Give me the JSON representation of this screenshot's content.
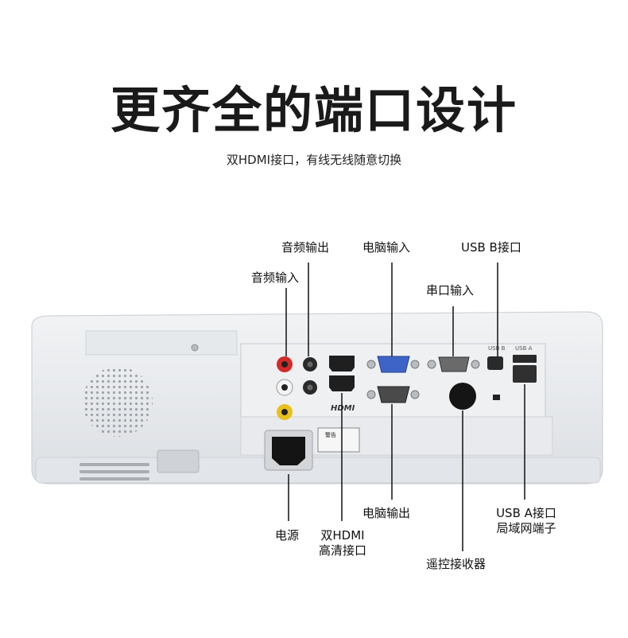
{
  "heading": {
    "title": "更齐全的端口设计",
    "subtitle": "双HDMI接口，有线无线随意切换"
  },
  "callouts": {
    "audio_out": "音频输出",
    "audio_in": "音频输入",
    "pc_in": "电脑输入",
    "serial_in": "串口输入",
    "usb_b": "USB B接口",
    "power": "电源",
    "hdmi_line1": "双HDMI",
    "hdmi_line2": "高清接口",
    "pc_out": "电脑输出",
    "ir_receiver": "遥控接收器",
    "usb_a_line1": "USB A接口",
    "usb_a_line2": "局域网端子"
  },
  "panel_print": {
    "hdmi_logo": "HDMI",
    "usb_b": "USB B",
    "usb_a": "USB A",
    "warning": "警告"
  },
  "colors": {
    "body": "#e9ebee",
    "panel": "#eef0f2",
    "leader": "#111111",
    "rca_red": "#d42a2a",
    "rca_yellow": "#e8c21c",
    "vga_blue": "#3f64c8"
  }
}
